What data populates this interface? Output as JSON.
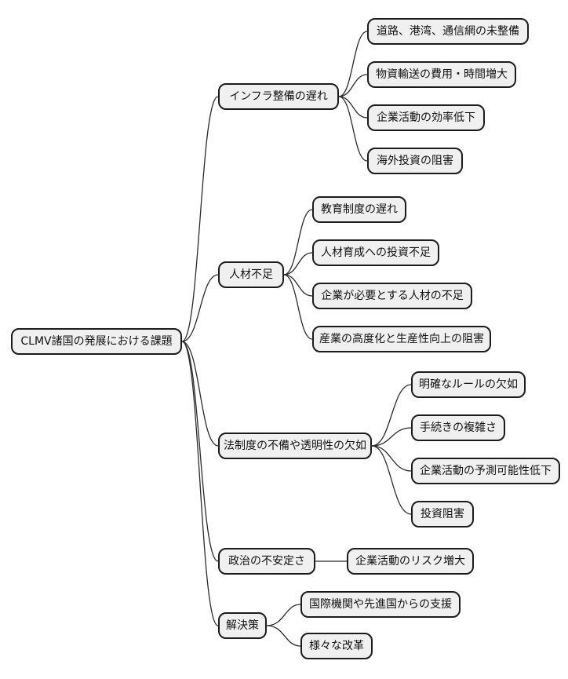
{
  "colors": {
    "background": "#ffffff",
    "node_fill": "#f0f0f0",
    "node_border": "#1c1c1c",
    "connector_line": "#2b2b2b",
    "text": "#111111"
  },
  "diagram": {
    "type": "mindmap",
    "root": {
      "label": "CLMV諸国の発展における課題"
    },
    "branches": [
      {
        "label": "インフラ整備の遅れ",
        "children": [
          {
            "label": "道路、港湾、通信網の未整備"
          },
          {
            "label": "物資輸送の費用・時間増大"
          },
          {
            "label": "企業活動の効率低下"
          },
          {
            "label": "海外投資の阻害"
          }
        ]
      },
      {
        "label": "人材不足",
        "children": [
          {
            "label": "教育制度の遅れ"
          },
          {
            "label": "人材育成への投資不足"
          },
          {
            "label": "企業が必要とする人材の不足"
          },
          {
            "label": "産業の高度化と生産性向上の阻害"
          }
        ]
      },
      {
        "label": "法制度の不備や透明性の欠如",
        "children": [
          {
            "label": "明確なルールの欠如"
          },
          {
            "label": "手続きの複雑さ"
          },
          {
            "label": "企業活動の予測可能性低下"
          },
          {
            "label": "投資阻害"
          }
        ]
      },
      {
        "label": "政治の不安定さ",
        "children": [
          {
            "label": "企業活動のリスク増大"
          }
        ]
      },
      {
        "label": "解決策",
        "children": [
          {
            "label": "国際機関や先進国からの支援"
          },
          {
            "label": "様々な改革"
          }
        ]
      }
    ]
  }
}
